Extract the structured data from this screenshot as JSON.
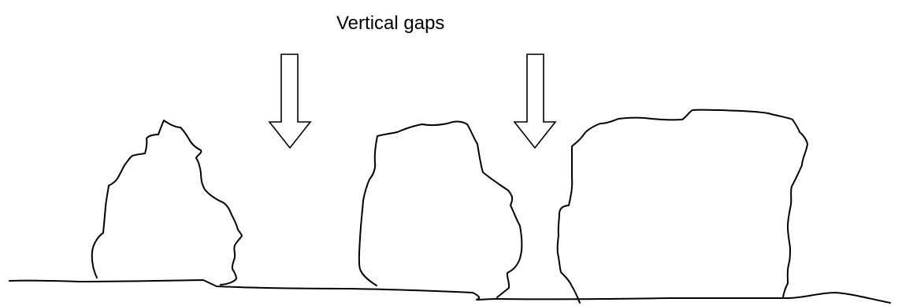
{
  "diagram": {
    "label": "Vertical gaps",
    "stroke_color": "#000000",
    "background_color": "#ffffff",
    "arrows": [
      {
        "points_to": "gap-between-rock-1-and-rock-2"
      },
      {
        "points_to": "gap-between-rock-2-and-rock-3"
      }
    ],
    "rocks": [
      {
        "id": "rock-1"
      },
      {
        "id": "rock-2"
      },
      {
        "id": "rock-3"
      }
    ]
  }
}
